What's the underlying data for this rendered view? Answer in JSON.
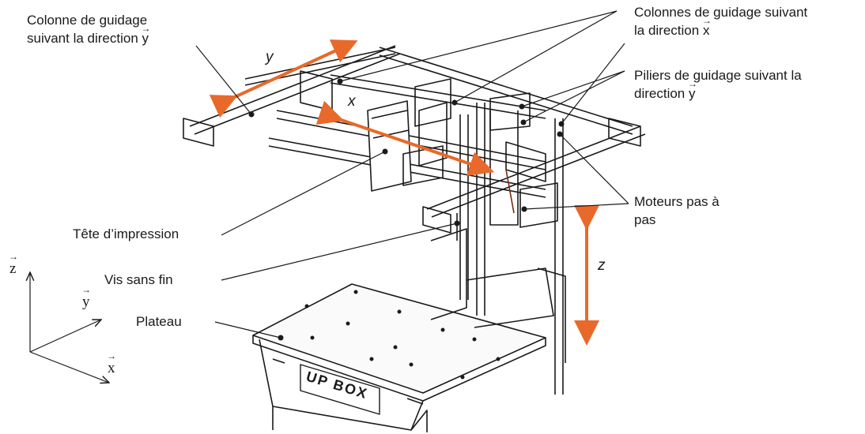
{
  "labels": {
    "col_y_line1": "Colonne de guidage",
    "col_y_line2": "suivant la direction",
    "col_x_line1": "Colonnes de guidage suivant",
    "col_x_line2": "la direction",
    "pil_y_line1": "Piliers de guidage suivant la",
    "pil_y_line2": "direction",
    "tete": "Tête d’impression",
    "vis": "Vis sans fin",
    "plateau": "Plateau",
    "moteurs_line1": "Moteurs pas à",
    "moteurs_line2": "pas"
  },
  "vectors": {
    "x": "x",
    "y": "y",
    "z": "z"
  },
  "axes": {
    "x": "x",
    "y": "y",
    "z": "z"
  },
  "logo": "UP BOX",
  "colors": {
    "accent": "#e8692a",
    "ink": "#1a1a1a"
  }
}
